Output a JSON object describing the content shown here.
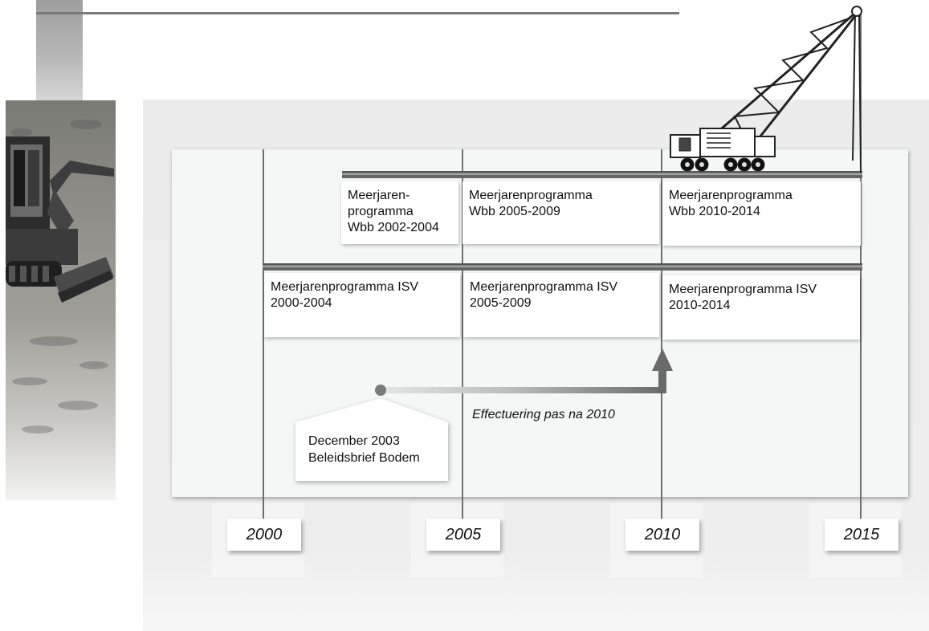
{
  "timeline": {
    "years": [
      {
        "label": "2000"
      },
      {
        "label": "2005"
      },
      {
        "label": "2010"
      },
      {
        "label": "2015"
      }
    ],
    "wbb_programs": [
      {
        "text": "Meerjaren-\nprogramma\nWbb 2002-2004"
      },
      {
        "text": "Meerjarenprogramma\nWbb 2005-2009"
      },
      {
        "text": "Meerjarenprogramma\nWbb 2010-2014"
      }
    ],
    "isv_programs": [
      {
        "text": "Meerjarenprogramma ISV\n2000-2004"
      },
      {
        "text": "Meerjarenprogramma ISV\n2005-2009"
      },
      {
        "text": "Meerjarenprogramma ISV\n2010-2014"
      }
    ],
    "callout": {
      "text": "December 2003\nBeleidsbrief Bodem"
    },
    "effect_label": "Effectuering pas na 2010"
  },
  "colors": {
    "line": "#6f6f6f",
    "panel": "#f5f6f6",
    "arrow_dark": "#6a6a6a",
    "arrow_light": "#e6e6e6"
  },
  "icons": {
    "photo": "excavator-photo",
    "machine": "crane-icon"
  }
}
